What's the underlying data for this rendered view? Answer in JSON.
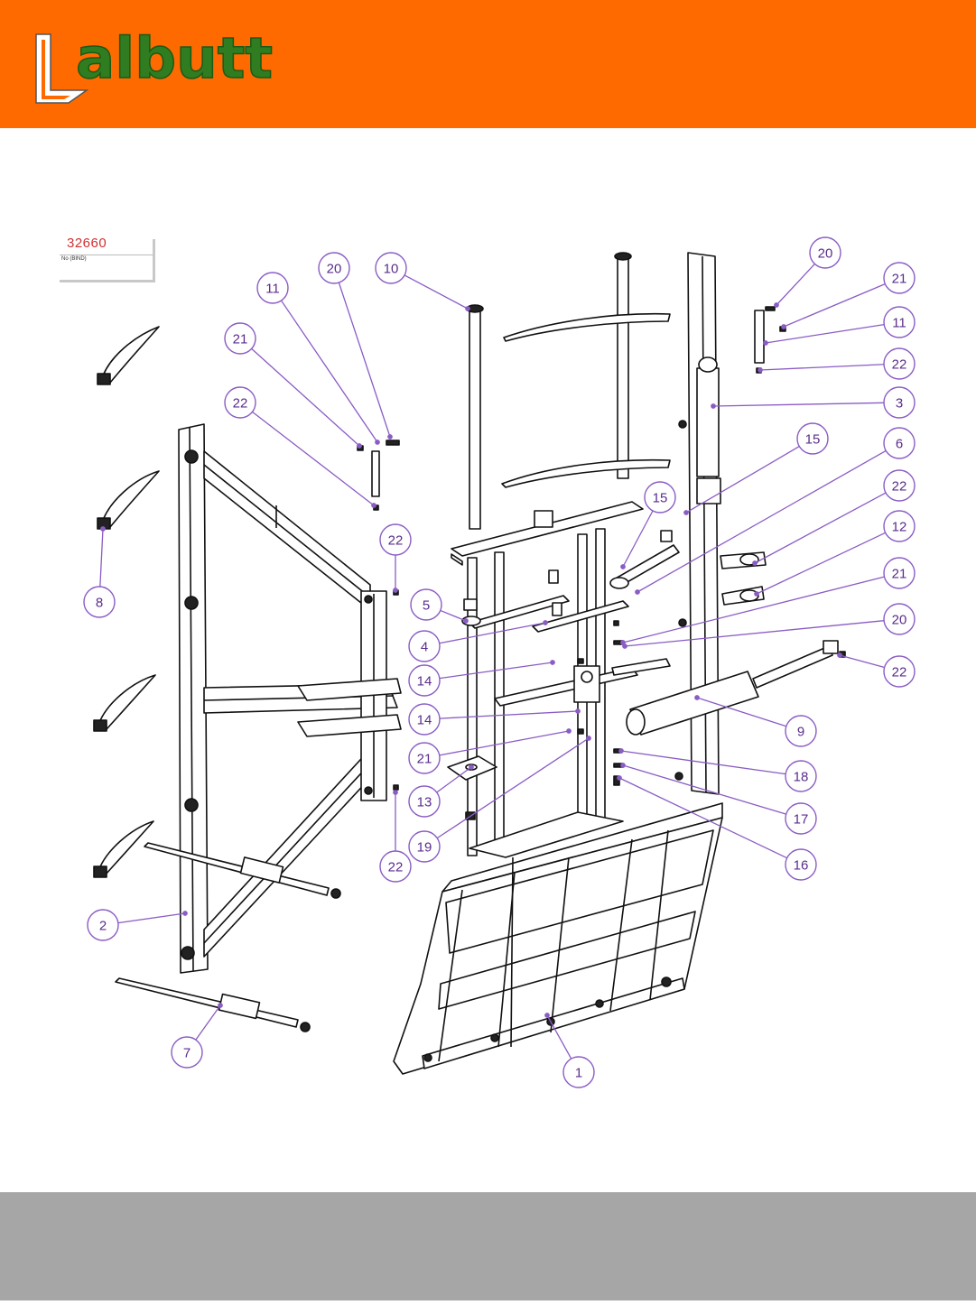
{
  "brand": {
    "logo_text": "albutt",
    "header_color": "#ff6a00",
    "logo_text_color": "#2f7d20",
    "footer_color": "#a6a6a6"
  },
  "drawing_ref": {
    "number": "32660",
    "note": "No (BIND)"
  },
  "callouts": {
    "color": "#8a5cc4",
    "labels": [
      "1",
      "2",
      "3",
      "4",
      "5",
      "6",
      "7",
      "8",
      "9",
      "10",
      "11",
      "12",
      "13",
      "14",
      "15",
      "16",
      "17",
      "18",
      "19",
      "20",
      "21",
      "22"
    ]
  }
}
